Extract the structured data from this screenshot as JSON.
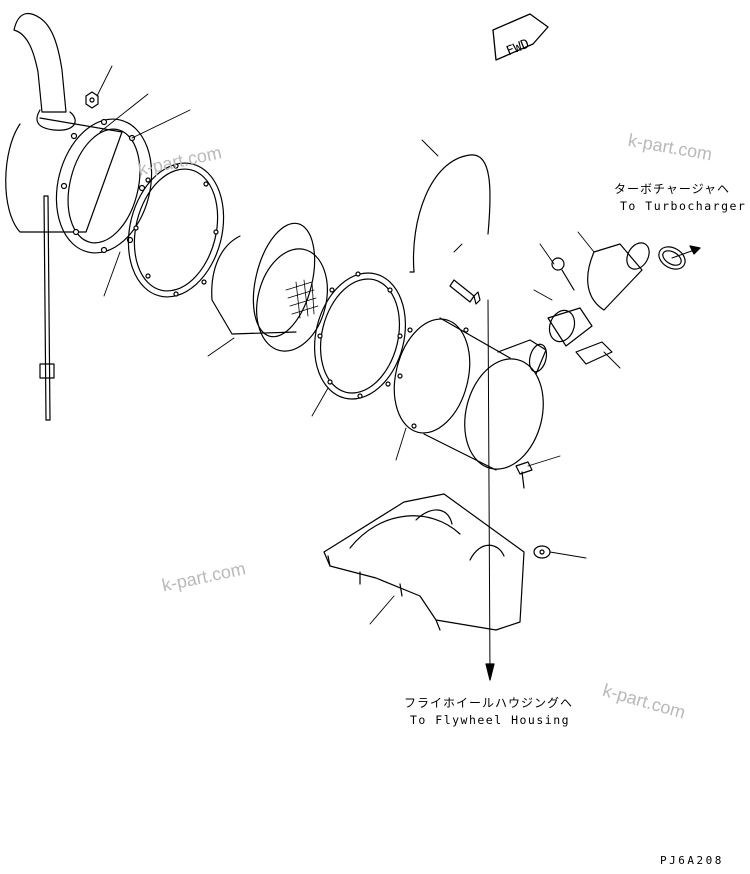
{
  "diagram": {
    "fwd_label": "FWD",
    "turbo_jp": "ターボチャージャヘ",
    "turbo_en": "To Turbocharger",
    "flywheel_jp": "フライホイールハウジングヘ",
    "flywheel_en": "To Flywheel Housing",
    "drawing_code": "PJ6A208",
    "watermark": "k-part.com"
  }
}
